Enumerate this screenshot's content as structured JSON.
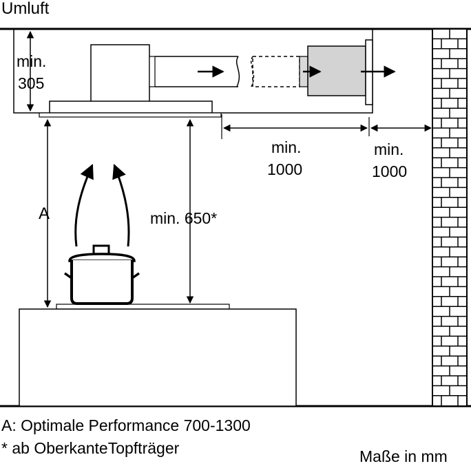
{
  "title": "Umluft",
  "labels": {
    "hood_height": [
      "min.",
      "305"
    ],
    "duct_length": [
      "min.",
      "1000"
    ],
    "wall_gap": [
      "min.",
      "1000"
    ],
    "distance_a": "A",
    "distance_min": "min. 650*"
  },
  "notes": {
    "a_note": "A: Optimale Performance 700-1300",
    "star_note": "* ab OberkanteTopfträger"
  },
  "units": "Maße in mm"
}
